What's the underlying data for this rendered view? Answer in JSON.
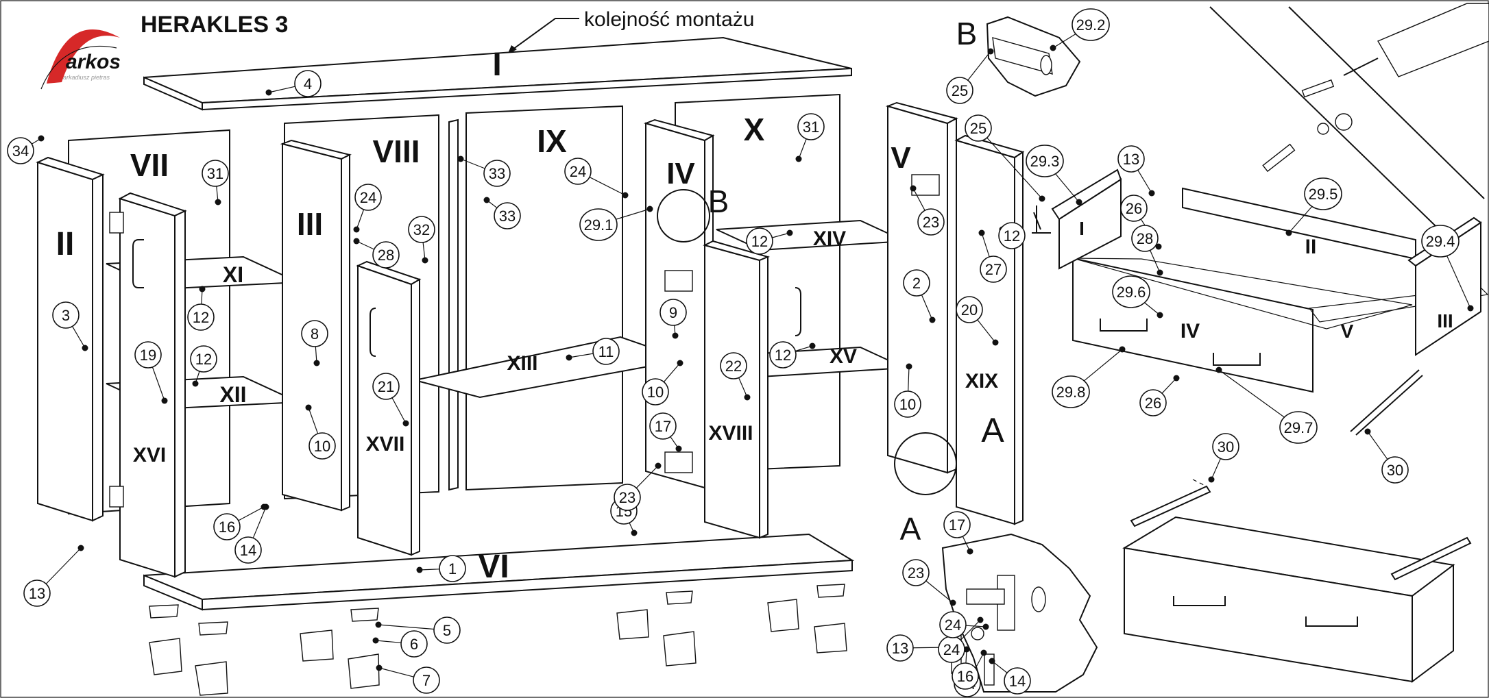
{
  "header": {
    "title": "HERAKLES 3",
    "order_label": "kolejność montażu",
    "logo_text": "arkos",
    "logo_tagline": "arkadiusz pietras"
  },
  "colors": {
    "line": "#111111",
    "logo_red": "#d62828",
    "logo_grey": "#9a9a9a"
  },
  "detail_letters": [
    "A",
    "B",
    "A",
    "B"
  ],
  "roman_panels": [
    "I",
    "II",
    "III",
    "IV",
    "V",
    "VI",
    "VII",
    "VIII",
    "IX",
    "X",
    "XI",
    "XII",
    "XIII",
    "XIV",
    "XV",
    "XVI",
    "XVII",
    "XVIII",
    "XIX"
  ],
  "drawer_roman": [
    "I",
    "II",
    "III",
    "IV",
    "V"
  ],
  "part_callouts": [
    "1",
    "2",
    "3",
    "4",
    "5",
    "6",
    "7",
    "8",
    "9",
    "10",
    "10",
    "10",
    "11",
    "12",
    "12",
    "12",
    "12",
    "12",
    "13",
    "13",
    "13",
    "14",
    "14",
    "14",
    "15",
    "16",
    "16",
    "17",
    "17",
    "19",
    "20",
    "21",
    "22",
    "23",
    "23",
    "23",
    "24",
    "24",
    "24",
    "24",
    "25",
    "25",
    "26",
    "26",
    "27",
    "28",
    "28",
    "29.1",
    "29.2",
    "29.3",
    "29.4",
    "29.5",
    "29.6",
    "29.7",
    "29.8",
    "30",
    "30",
    "31",
    "31",
    "32",
    "33",
    "33",
    "34"
  ]
}
